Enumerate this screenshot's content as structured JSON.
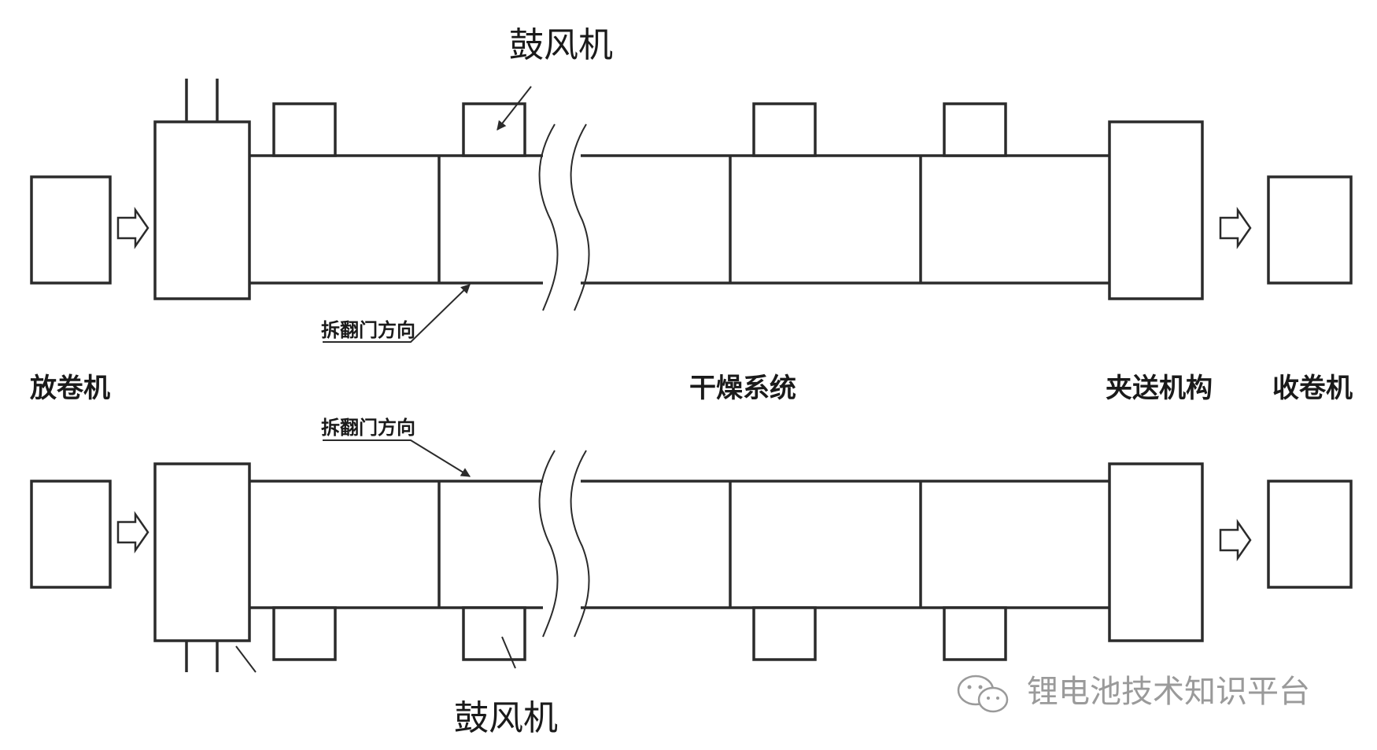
{
  "labels": {
    "blower_top": "鼓风机",
    "blower_bottom": "鼓风机",
    "door_direction_top": "拆翻门方向",
    "door_direction_bottom": "拆翻门方向",
    "unwinder": "放卷机",
    "drying_system": "干燥系统",
    "feed_mechanism": "夹送机构",
    "rewinder": "收卷机"
  },
  "watermark": {
    "text": "锂电池技术知识平台",
    "icon": "wechat-icon"
  }
}
